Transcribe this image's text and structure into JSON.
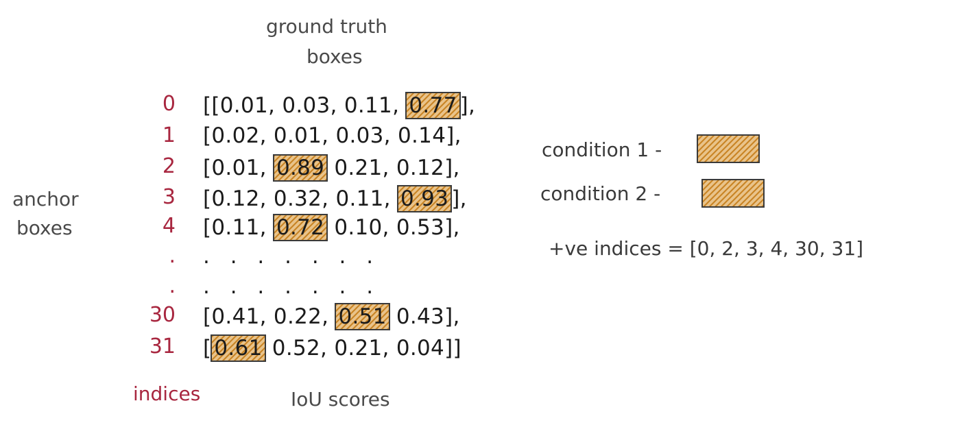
{
  "header": {
    "title_line1": "ground truth",
    "title_line2": "boxes"
  },
  "side_label": {
    "line1": "anchor",
    "line2": "boxes"
  },
  "indices": [
    "0",
    "1",
    "2",
    "3",
    "4",
    ".",
    ".",
    "30",
    "31"
  ],
  "rows": [
    {
      "pre": "[[0.01, 0.03, 0.11, ",
      "hl": "0.77",
      "post": "],",
      "hl_condition": 1
    },
    {
      "pre": "[0.02, 0.01, 0.03, 0.14],",
      "hl": "",
      "post": ""
    },
    {
      "pre": "[0.01, ",
      "hl": "0.89",
      "post": " 0.21, 0.12],",
      "hl_condition": 2
    },
    {
      "pre": "[0.12, 0.32, 0.11, ",
      "hl": "0.93",
      "post": "],",
      "hl_condition": 1
    },
    {
      "pre": "[0.11, ",
      "hl": "0.72",
      "post": " 0.10, 0.53],",
      "hl_condition": 2
    },
    {
      "pre": ". . . . . . .",
      "hl": "",
      "post": ""
    },
    {
      "pre": ". . . . . . .",
      "hl": "",
      "post": ""
    },
    {
      "pre": "[0.41, 0.22, ",
      "hl": "0.51",
      "post": " 0.43],",
      "hl_condition": 2
    },
    {
      "pre": "[",
      "hl": "0.61",
      "post": " 0.52, 0.21, 0.04]]",
      "hl_condition": 2
    }
  ],
  "legend": {
    "condition1": "condition 1 -",
    "condition2": "condition 2 -"
  },
  "result": "+ve indices = [0, 2, 3, 4, 30, 31]",
  "footer": {
    "indices_label": "indices",
    "scores_label": "IoU scores"
  },
  "colors": {
    "index_color": "#a8263f",
    "highlight_fill": "#e9c38a",
    "highlight_hatch": "#c98526",
    "text": "#1b1b1b"
  }
}
